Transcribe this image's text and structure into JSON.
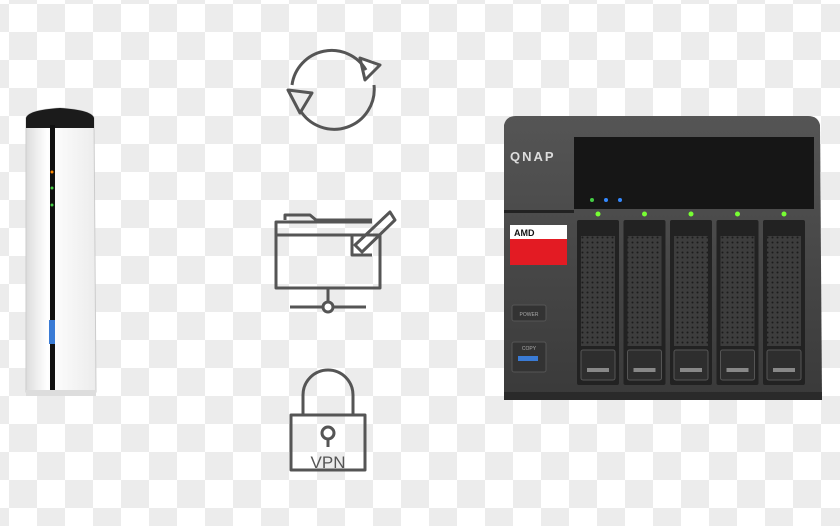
{
  "brand": "QNAP",
  "icons": [
    "sync-icon",
    "shared-folder-icon",
    "vpn-lock-icon"
  ],
  "vpn_label": "VPN",
  "label": {
    "brand": "AMD",
    "color": "#e31b23"
  },
  "front_panel": {
    "power": "POWER",
    "copy": "COPY"
  },
  "drive_bays": 5
}
